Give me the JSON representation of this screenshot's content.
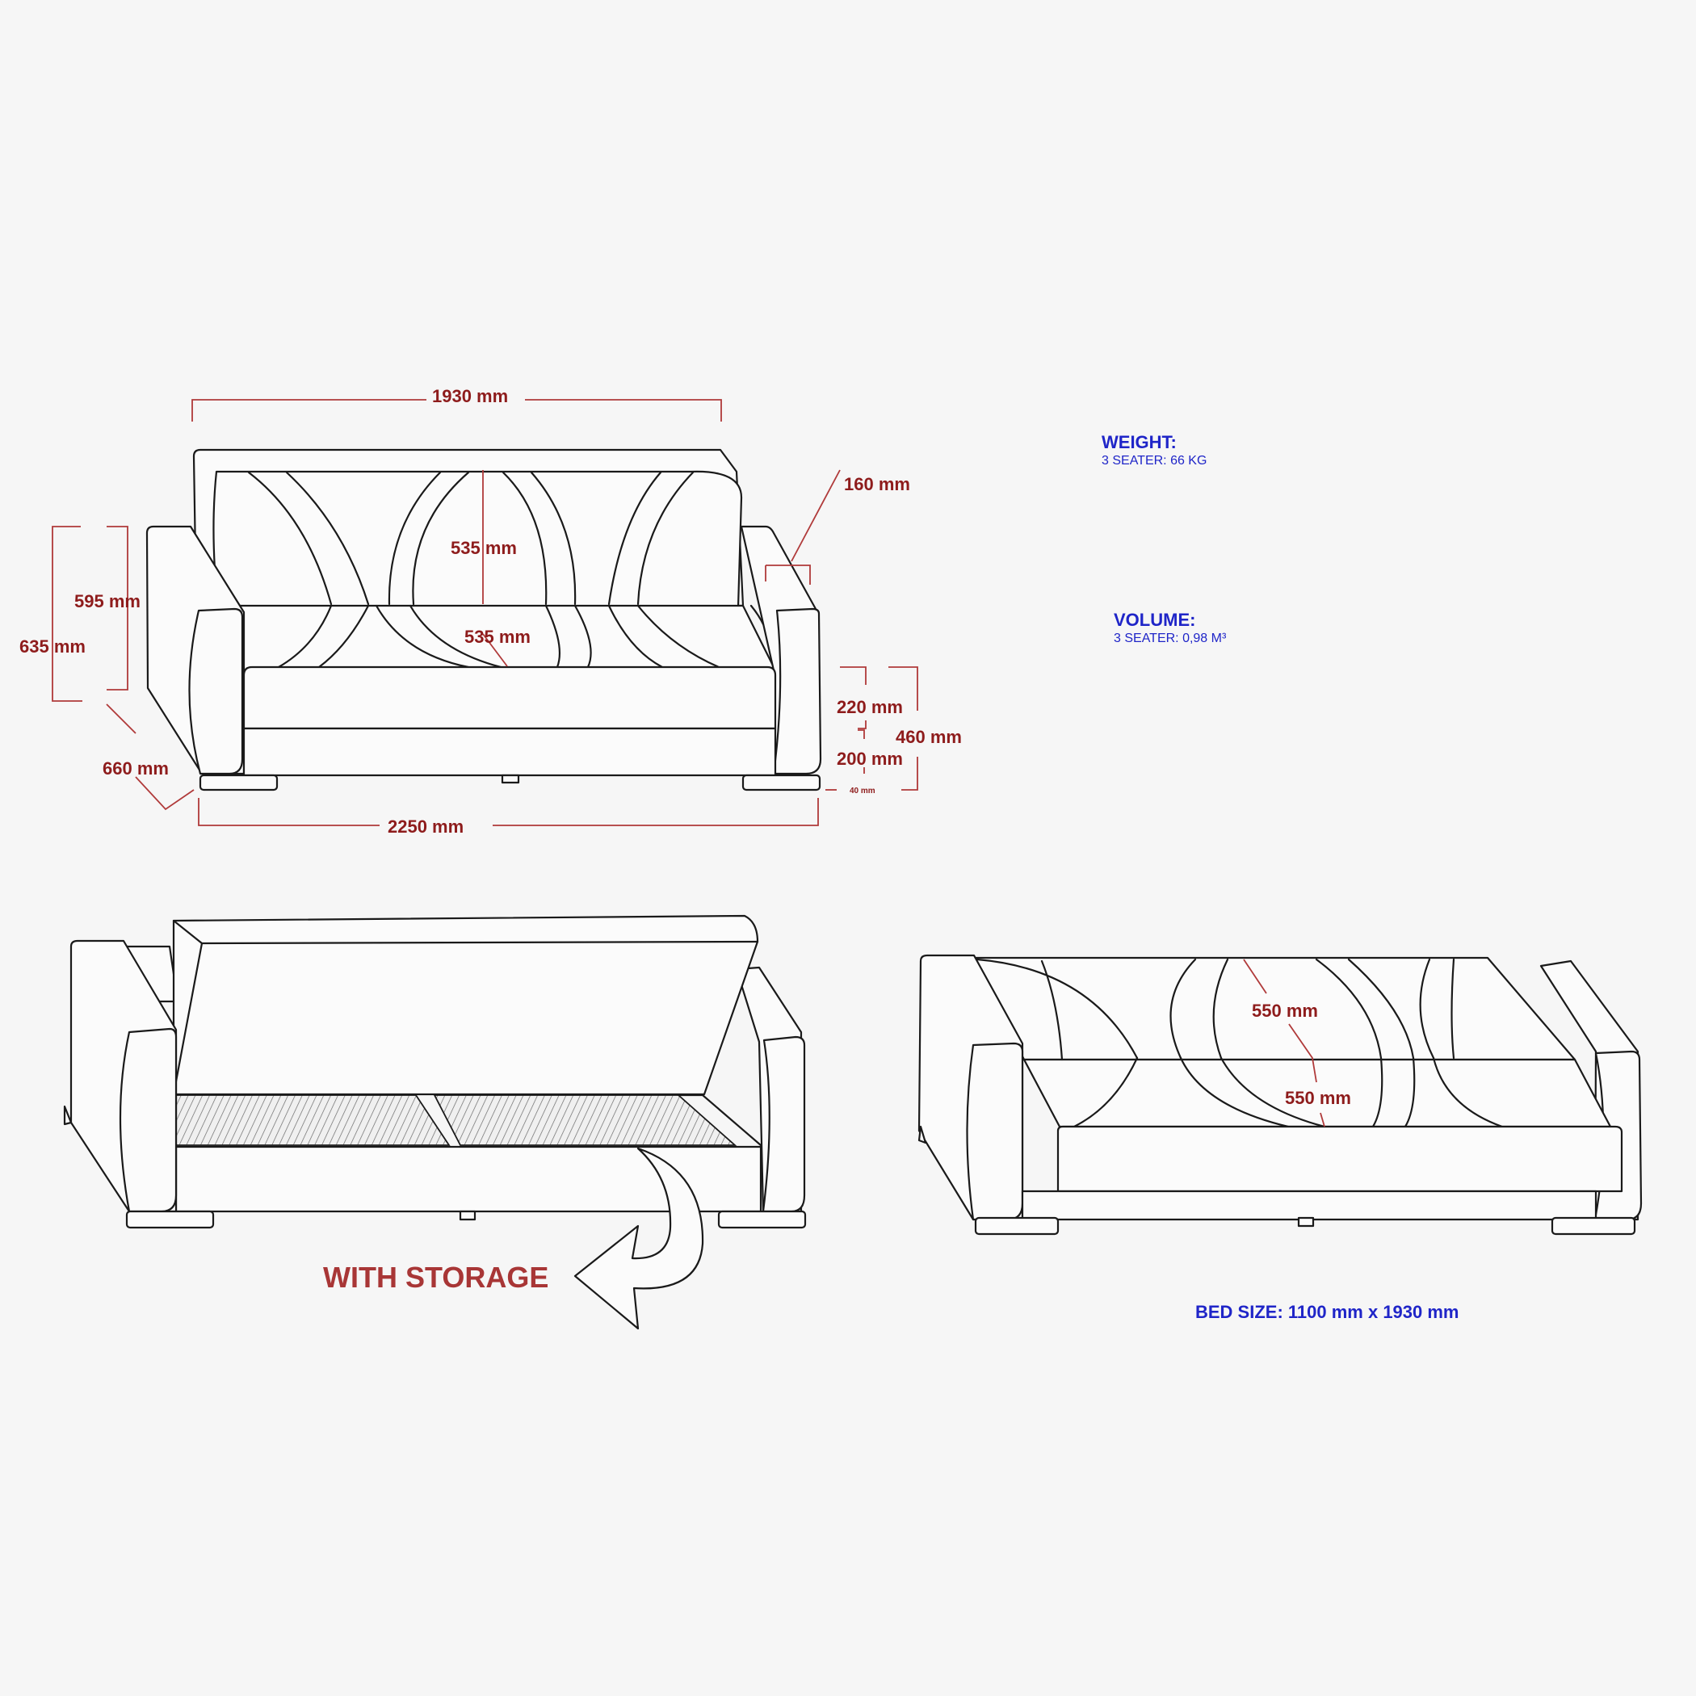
{
  "dimensions": {
    "back_width": "1930 mm",
    "arm_depth": "160 mm",
    "cushion_height_upper": "535 mm",
    "cushion_height_lower": "535 mm",
    "back_height_inner": "595 mm",
    "back_height_outer": "635 mm",
    "depth": "660 mm",
    "total_width": "2250 mm",
    "seat_thickness": "220 mm",
    "base_height": "200 mm",
    "seat_height": "460 mm",
    "leg_height": "40 mm"
  },
  "weight": {
    "heading": "WEIGHT:",
    "value": "3 SEATER: 66 KG"
  },
  "volume": {
    "heading": "VOLUME:",
    "value": "3 SEATER: 0,98 M³"
  },
  "storage_label": "WITH STORAGE",
  "bed": {
    "upper": "550 mm",
    "lower": "550 mm",
    "size_label": "BED SIZE: 1100 mm x 1930 mm"
  }
}
